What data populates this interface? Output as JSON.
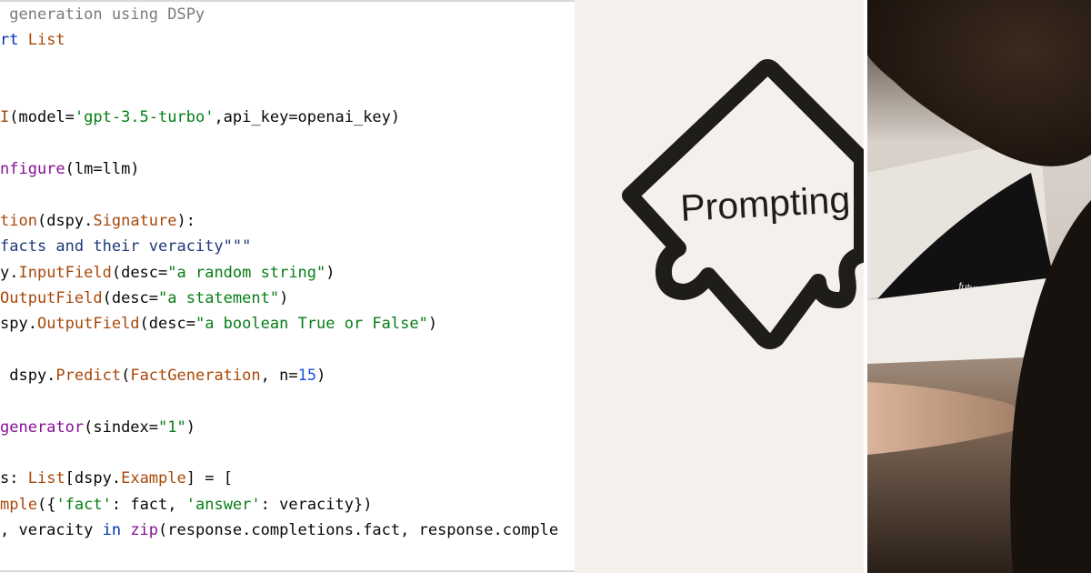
{
  "code": {
    "lines": [
      [
        {
          "t": " generation using DSPy",
          "c": "comment"
        }
      ],
      [
        {
          "t": "rt ",
          "c": "kw"
        },
        {
          "t": "List",
          "c": "cls"
        }
      ],
      [],
      [],
      [
        {
          "t": "I",
          "c": "cls"
        },
        {
          "t": "(model=",
          "c": "plain"
        },
        {
          "t": "'gpt-3.5-turbo'",
          "c": "str"
        },
        {
          "t": ",api_key=openai_key)",
          "c": "plain"
        }
      ],
      [],
      [
        {
          "t": "nfigure",
          "c": "fn"
        },
        {
          "t": "(lm=llm)",
          "c": "plain"
        }
      ],
      [],
      [
        {
          "t": "tion",
          "c": "cls"
        },
        {
          "t": "(dspy.",
          "c": "plain"
        },
        {
          "t": "Signature",
          "c": "cls"
        },
        {
          "t": "):",
          "c": "plain"
        }
      ],
      [
        {
          "t": "facts and their veracity\"\"\"",
          "c": "doc"
        }
      ],
      [
        {
          "t": "y.",
          "c": "plain"
        },
        {
          "t": "InputField",
          "c": "cls"
        },
        {
          "t": "(desc=",
          "c": "plain"
        },
        {
          "t": "\"a random string\"",
          "c": "str"
        },
        {
          "t": ")",
          "c": "plain"
        }
      ],
      [
        {
          "t": "OutputField",
          "c": "cls"
        },
        {
          "t": "(desc=",
          "c": "plain"
        },
        {
          "t": "\"a statement\"",
          "c": "str"
        },
        {
          "t": ")",
          "c": "plain"
        }
      ],
      [
        {
          "t": "spy.",
          "c": "plain"
        },
        {
          "t": "OutputField",
          "c": "cls"
        },
        {
          "t": "(desc=",
          "c": "plain"
        },
        {
          "t": "\"a boolean True or False\"",
          "c": "str"
        },
        {
          "t": ")",
          "c": "plain"
        }
      ],
      [],
      [
        {
          "t": " dspy.",
          "c": "plain"
        },
        {
          "t": "Predict",
          "c": "cls"
        },
        {
          "t": "(",
          "c": "plain"
        },
        {
          "t": "FactGeneration",
          "c": "cls"
        },
        {
          "t": ", n=",
          "c": "plain"
        },
        {
          "t": "15",
          "c": "num"
        },
        {
          "t": ")",
          "c": "plain"
        }
      ],
      [],
      [
        {
          "t": "generator",
          "c": "fn"
        },
        {
          "t": "(sindex=",
          "c": "plain"
        },
        {
          "t": "\"1\"",
          "c": "str"
        },
        {
          "t": ")",
          "c": "plain"
        }
      ],
      [],
      [
        {
          "t": "s: ",
          "c": "plain"
        },
        {
          "t": "List",
          "c": "cls"
        },
        {
          "t": "[dspy.",
          "c": "plain"
        },
        {
          "t": "Example",
          "c": "cls"
        },
        {
          "t": "] = [",
          "c": "plain"
        }
      ],
      [
        {
          "t": "mple",
          "c": "cls"
        },
        {
          "t": "({",
          "c": "plain"
        },
        {
          "t": "'fact'",
          "c": "str"
        },
        {
          "t": ": fact, ",
          "c": "plain"
        },
        {
          "t": "'answer'",
          "c": "str"
        },
        {
          "t": ": veracity})",
          "c": "plain"
        }
      ],
      [
        {
          "t": ", veracity ",
          "c": "plain"
        },
        {
          "t": "in ",
          "c": "kw"
        },
        {
          "t": "zip",
          "c": "fn"
        },
        {
          "t": "(response.completions.fact, response.comple",
          "c": "plain"
        }
      ]
    ]
  },
  "prompting_card": {
    "label": "Prompting"
  },
  "photo": {
    "caption_text": "futures."
  },
  "colors": {
    "code_background": "#ffffff",
    "card_background": "#f4f1ec",
    "outline": "#1f1d1a"
  }
}
